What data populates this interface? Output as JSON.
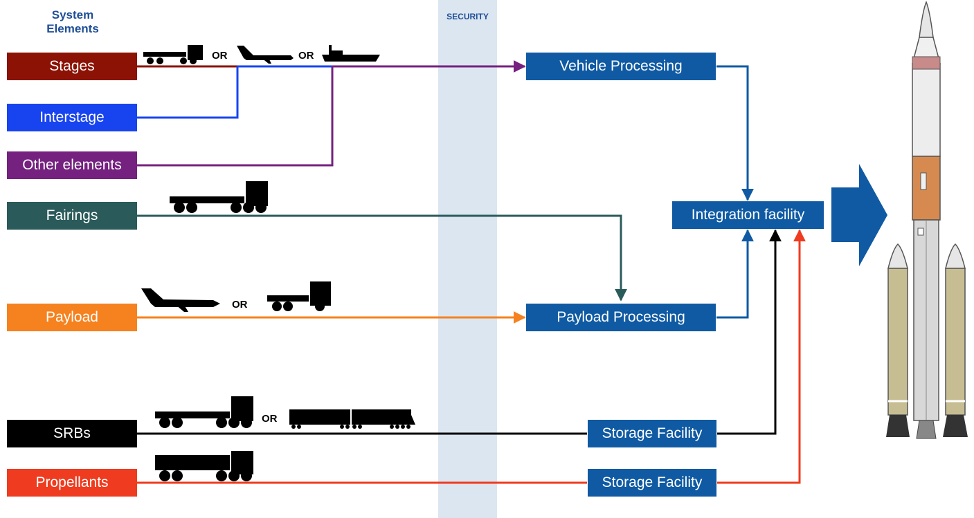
{
  "header": {
    "line1": "System",
    "line2": "Elements"
  },
  "security": {
    "label": "SECURITY"
  },
  "elements": {
    "stages": "Stages",
    "interstage": "Interstage",
    "other": "Other elements",
    "fairings": "Fairings",
    "payload": "Payload",
    "srbs": "SRBs",
    "propellants": "Propellants"
  },
  "facilities": {
    "vehicle_processing": "Vehicle Processing",
    "payload_processing": "Payload Processing",
    "integration": "Integration facility",
    "storage_srb": "Storage Facility",
    "storage_prop": "Storage Facility"
  },
  "or_labels": {
    "or1": "OR",
    "or2": "OR",
    "or3": "OR",
    "or4": "OR"
  },
  "colors": {
    "stages": "#8b1204",
    "interstage": "#1844f0",
    "other": "#74217f",
    "fairings": "#2a5b5a",
    "payload": "#f5821f",
    "srbs": "#000000",
    "propellants": "#ef3b1f",
    "facility": "#0f5aa3",
    "security": "#dbe6f1",
    "header_text": "#1f4e96"
  },
  "icons": [
    "truck-icon",
    "airplane-icon",
    "ship-icon",
    "train-icon",
    "big-arrow-icon",
    "rocket-icon"
  ]
}
